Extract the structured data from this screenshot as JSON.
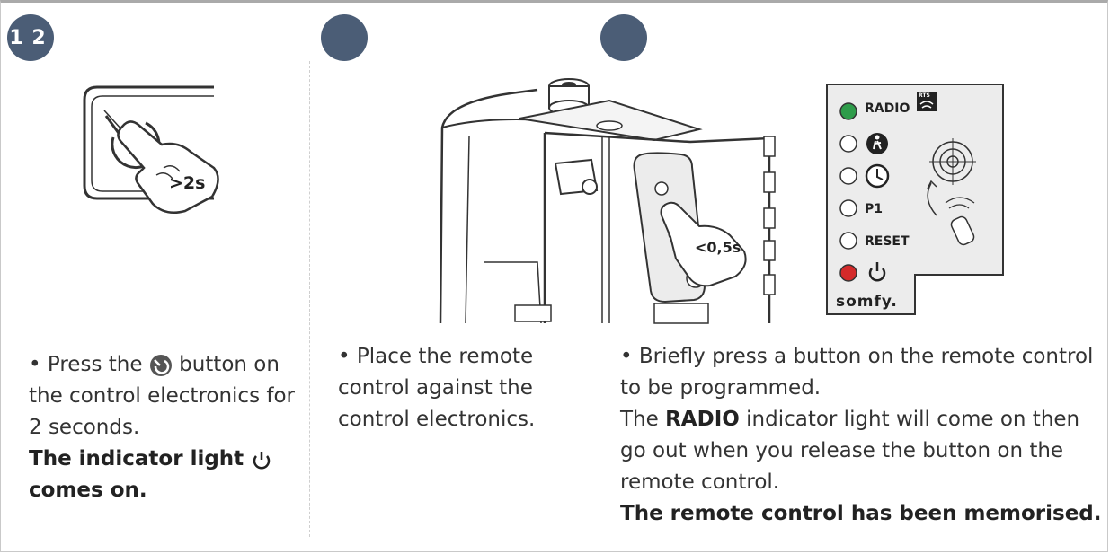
{
  "steps": [
    {
      "number": "1 2",
      "hold_label": ">2s",
      "text_before_icon": "Press the",
      "text_after_icon": "button on the control electronics for 2 seconds.",
      "bold_text": "The indicator light",
      "bold_text_end": "comes on."
    },
    {
      "number": "",
      "text": "Place the remote control against the control electronics."
    },
    {
      "number": "",
      "press_label": "<0,5s",
      "text_line1": "Briefly press a button on the remote control to be programmed.",
      "text_prefix": "The",
      "text_radio": "RADIO",
      "text_suffix": "indicator light will come on then go out when you release the button on the remote control.",
      "bold_text": "The remote control has been memorised."
    }
  ],
  "panel": {
    "labels": [
      "RADIO",
      "P1",
      "RESET"
    ],
    "rts_label": "RTS",
    "brand": "somfy."
  },
  "colors": {
    "badge": "#4b5d76",
    "led_green": "#2e9c4a",
    "led_red": "#d42a2a"
  }
}
